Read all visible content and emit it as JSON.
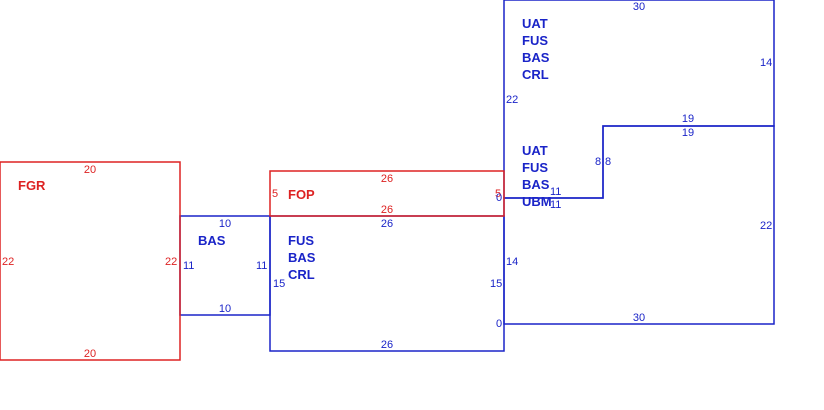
{
  "colors": {
    "red": "#dd2222",
    "blue": "#1a24c8"
  },
  "zones": {
    "fgr": {
      "labels": [
        "FGR"
      ],
      "dims": {
        "top": "20",
        "bottom": "20",
        "left": "22",
        "right": "22"
      }
    },
    "bas_small": {
      "labels": [
        "BAS"
      ],
      "dims": {
        "top": "10",
        "bottom": "10",
        "left": "11",
        "right": "11"
      }
    },
    "fop": {
      "labels": [
        "FOP"
      ],
      "dims": {
        "top": "26",
        "bottom": "26",
        "left": "5",
        "right": "5"
      }
    },
    "fus_bas_crl": {
      "labels": [
        "FUS",
        "BAS",
        "CRL"
      ],
      "dims": {
        "top": "26",
        "bottom": "26",
        "left": "15",
        "right": "15"
      }
    },
    "uat_upper": {
      "labels": [
        "UAT",
        "FUS",
        "BAS",
        "CRL"
      ],
      "dims": {
        "top": "30",
        "right": "14",
        "left": "22",
        "bottom_right": "19",
        "inner_left": "8",
        "inner_right": "8",
        "inner_bottom": "11",
        "zero": "0"
      }
    },
    "uat_lower": {
      "labels": [
        "UAT",
        "FUS",
        "BAS",
        "UBM"
      ],
      "dims": {
        "top": "19",
        "right": "22",
        "bottom": "30",
        "left": "14",
        "zero": "0",
        "inner_bottom": "11"
      }
    }
  }
}
